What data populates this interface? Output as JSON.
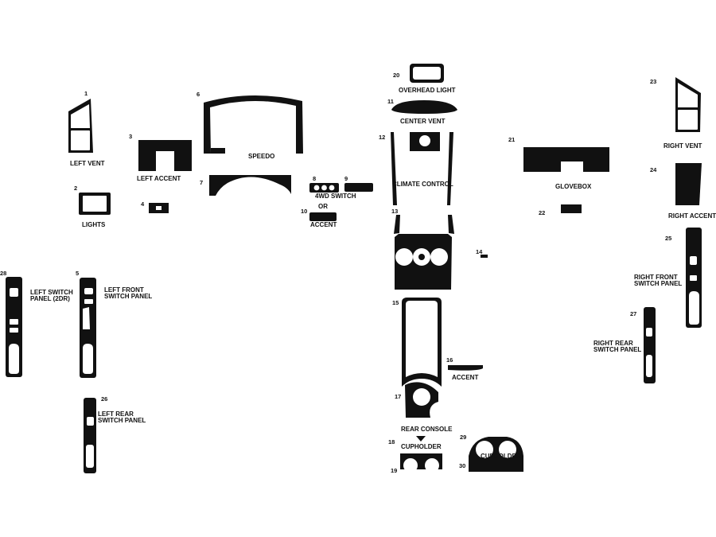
{
  "diagram": {
    "parts": [
      {
        "id": "p1",
        "number": "1",
        "label": "LEFT VENT"
      },
      {
        "id": "p2",
        "number": "2",
        "label": "LIGHTS"
      },
      {
        "id": "p3",
        "number": "3",
        "label": "LEFT ACCENT"
      },
      {
        "id": "p4",
        "number": "4",
        "label": ""
      },
      {
        "id": "p5",
        "number": "5",
        "label": "LEFT FRONT",
        "label2": "SWITCH PANEL"
      },
      {
        "id": "p6",
        "number": "6",
        "label": "SPEEDO"
      },
      {
        "id": "p7",
        "number": "7",
        "label": ""
      },
      {
        "id": "p8",
        "number": "8",
        "label": "4WD SWITCH"
      },
      {
        "id": "p9",
        "number": "9",
        "label": ""
      },
      {
        "id": "p10",
        "number": "10",
        "label": "ACCENT",
        "prefix": "OR"
      },
      {
        "id": "p11",
        "number": "11",
        "label": "CENTER VENT"
      },
      {
        "id": "p12",
        "number": "12",
        "label": "CLIMATE CONTROL"
      },
      {
        "id": "p13",
        "number": "13",
        "label": ""
      },
      {
        "id": "p14",
        "number": "14",
        "label": ""
      },
      {
        "id": "p15",
        "number": "15",
        "label": ""
      },
      {
        "id": "p16",
        "number": "16",
        "label": "ACCENT"
      },
      {
        "id": "p17",
        "number": "17",
        "label": "REAR CONSOLE"
      },
      {
        "id": "p18",
        "number": "18",
        "label": "CUPHOLDER"
      },
      {
        "id": "p19",
        "number": "19",
        "label": ""
      },
      {
        "id": "p20",
        "number": "20",
        "label": "OVERHEAD LIGHT"
      },
      {
        "id": "p21",
        "number": "21",
        "label": "GLOVEBOX"
      },
      {
        "id": "p22",
        "number": "22",
        "label": ""
      },
      {
        "id": "p23",
        "number": "23",
        "label": "RIGHT VENT"
      },
      {
        "id": "p24",
        "number": "24",
        "label": "RIGHT ACCENT"
      },
      {
        "id": "p25",
        "number": "25",
        "label": "RIGHT FRONT",
        "label2": "SWITCH PANEL"
      },
      {
        "id": "p26",
        "number": "26",
        "label": "LEFT REAR",
        "label2": "SWITCH PANEL"
      },
      {
        "id": "p27",
        "number": "27",
        "label": "RIGHT REAR",
        "label2": "SWITCH PANEL"
      },
      {
        "id": "p28",
        "number": "28",
        "label": "LEFT SWITCH",
        "label2": "PANEL (2DR)"
      },
      {
        "id": "p29",
        "number": "29",
        "label": "CUPHOLDER"
      },
      {
        "id": "p30",
        "number": "30",
        "label": ""
      }
    ]
  },
  "colors": {
    "ink": "#111111",
    "paper": "#ffffff"
  }
}
